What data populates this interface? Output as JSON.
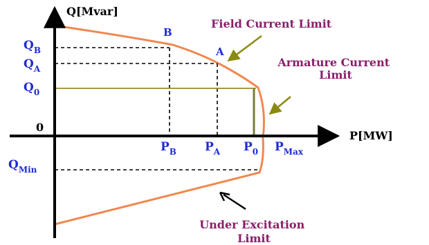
{
  "axes": {
    "y_label": "Q[Mvar]",
    "x_label": "P[MW]",
    "origin_label": "0"
  },
  "y_ticks": [
    {
      "main": "Q",
      "sub": "B"
    },
    {
      "main": "Q",
      "sub": "A"
    },
    {
      "main": "Q",
      "sub": "0"
    },
    {
      "main": "Q",
      "sub": "Min"
    }
  ],
  "x_ticks": [
    {
      "main": "P",
      "sub": "B"
    },
    {
      "main": "P",
      "sub": "A"
    },
    {
      "main": "P",
      "sub": "0"
    },
    {
      "main": "P",
      "sub": "Max"
    }
  ],
  "points": {
    "b": "B",
    "a": "A"
  },
  "annotations": {
    "field": "Field Current Limit",
    "armature_line1": "Armature Current",
    "armature_line2": "Limit",
    "under_line1": "Under Excitation",
    "under_line2": "Limit"
  },
  "colors": {
    "curve": "#f0884e",
    "axis": "#000000",
    "dashed": "#000000",
    "operating_line": "#9a8a2e",
    "tick_label": "#1f2bd6",
    "annotation": "#8a1f6b",
    "arrow": "#8a8a10"
  }
}
